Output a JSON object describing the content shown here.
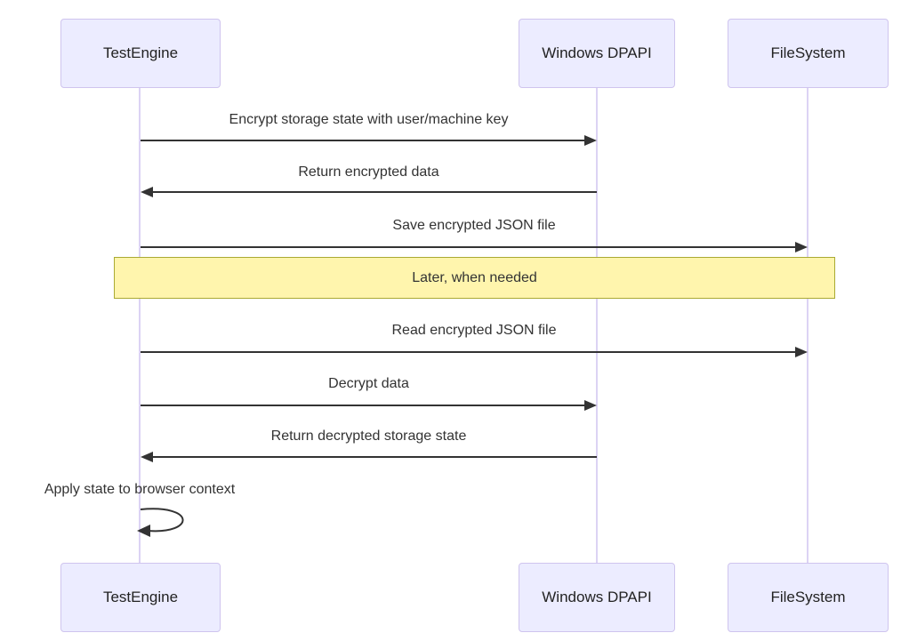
{
  "diagram": {
    "type": "sequence-diagram",
    "participants": [
      {
        "id": "testengine",
        "name": "TestEngine"
      },
      {
        "id": "windows-dpapi",
        "name": "Windows DPAPI"
      },
      {
        "id": "filesystem",
        "name": "FileSystem"
      }
    ],
    "messages": [
      {
        "from": "TestEngine",
        "to": "Windows DPAPI",
        "text": "Encrypt storage state with user/machine key",
        "arrow": "solid-right"
      },
      {
        "from": "Windows DPAPI",
        "to": "TestEngine",
        "text": "Return encrypted data",
        "arrow": "solid-left"
      },
      {
        "from": "TestEngine",
        "to": "FileSystem",
        "text": "Save encrypted JSON file",
        "arrow": "solid-right"
      },
      {
        "from": "TestEngine",
        "to": "FileSystem",
        "text": "Read encrypted JSON file",
        "arrow": "solid-right"
      },
      {
        "from": "TestEngine",
        "to": "Windows DPAPI",
        "text": "Decrypt data",
        "arrow": "solid-right"
      },
      {
        "from": "Windows DPAPI",
        "to": "TestEngine",
        "text": "Return decrypted storage state",
        "arrow": "solid-left"
      },
      {
        "from": "TestEngine",
        "to": "TestEngine",
        "text": "Apply state to browser context",
        "arrow": "self-loop"
      }
    ],
    "note": {
      "text": "Later, when needed",
      "over": "TestEngine, Windows DPAPI, FileSystem"
    },
    "colors": {
      "actor_fill": "#ECECFF",
      "actor_border": "#CFC4EE",
      "lifeline": "#DCD3F4",
      "arrow": "#333333",
      "text": "#333333",
      "note_fill": "#FFF5AD",
      "note_border": "#AAAA33",
      "background": "#FFFFFF"
    }
  }
}
